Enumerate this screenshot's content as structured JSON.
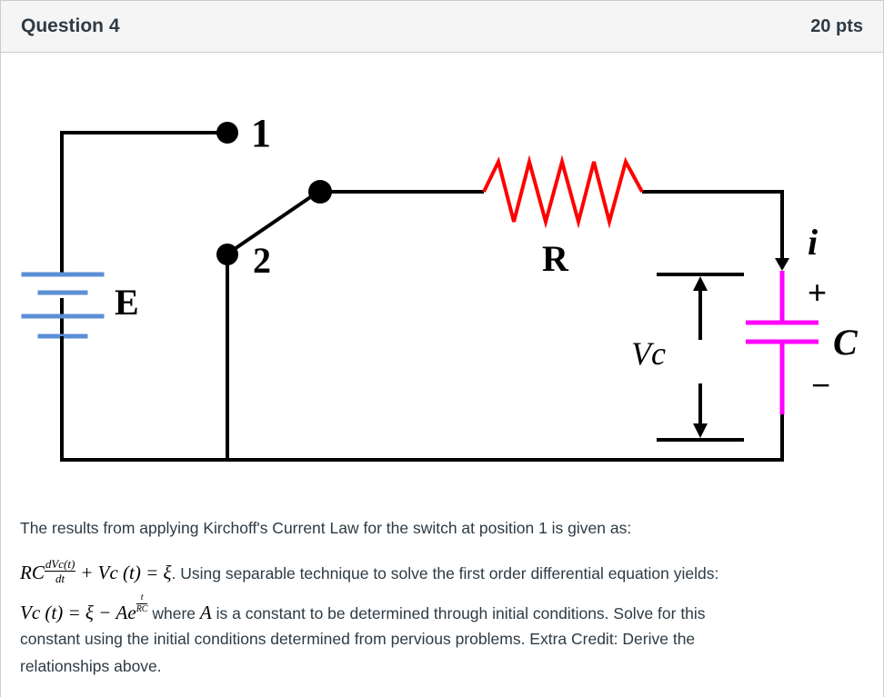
{
  "question": {
    "title": "Question 4",
    "points": "20 pts"
  },
  "circuit": {
    "labels": {
      "node1": "1",
      "node2": "2",
      "source": "E",
      "resistor": "R",
      "voltage": "Vc",
      "current": "i",
      "plus": "+",
      "minus": "−",
      "capacitor": "C"
    },
    "colors": {
      "wire": "#000000",
      "battery": "#5b8fd6",
      "resistor": "#ff0000",
      "capacitor": "#ff00ff"
    }
  },
  "body": {
    "intro": "The results from applying Kirchoff's Current Law for the switch at position 1 is given as:",
    "line2_text": ". Using separable technique to solve the first order differential equation yields:",
    "line3_where": "where",
    "line3_A": "A",
    "line3_text": "is a constant to be determined through initial conditions. Solve for this",
    "line4": "constant using the initial conditions determined from pervious problems. Extra Credit: Derive the",
    "line5": "relationships above.",
    "eq1": {
      "RC": "RC",
      "num": "dVc(t)",
      "den": "dt",
      "rest": "+ Vc (t) = ξ"
    },
    "eq2": {
      "lhs": "Vc (t) = ξ − Ae",
      "exp_num": "t",
      "exp_den": "RC"
    }
  }
}
